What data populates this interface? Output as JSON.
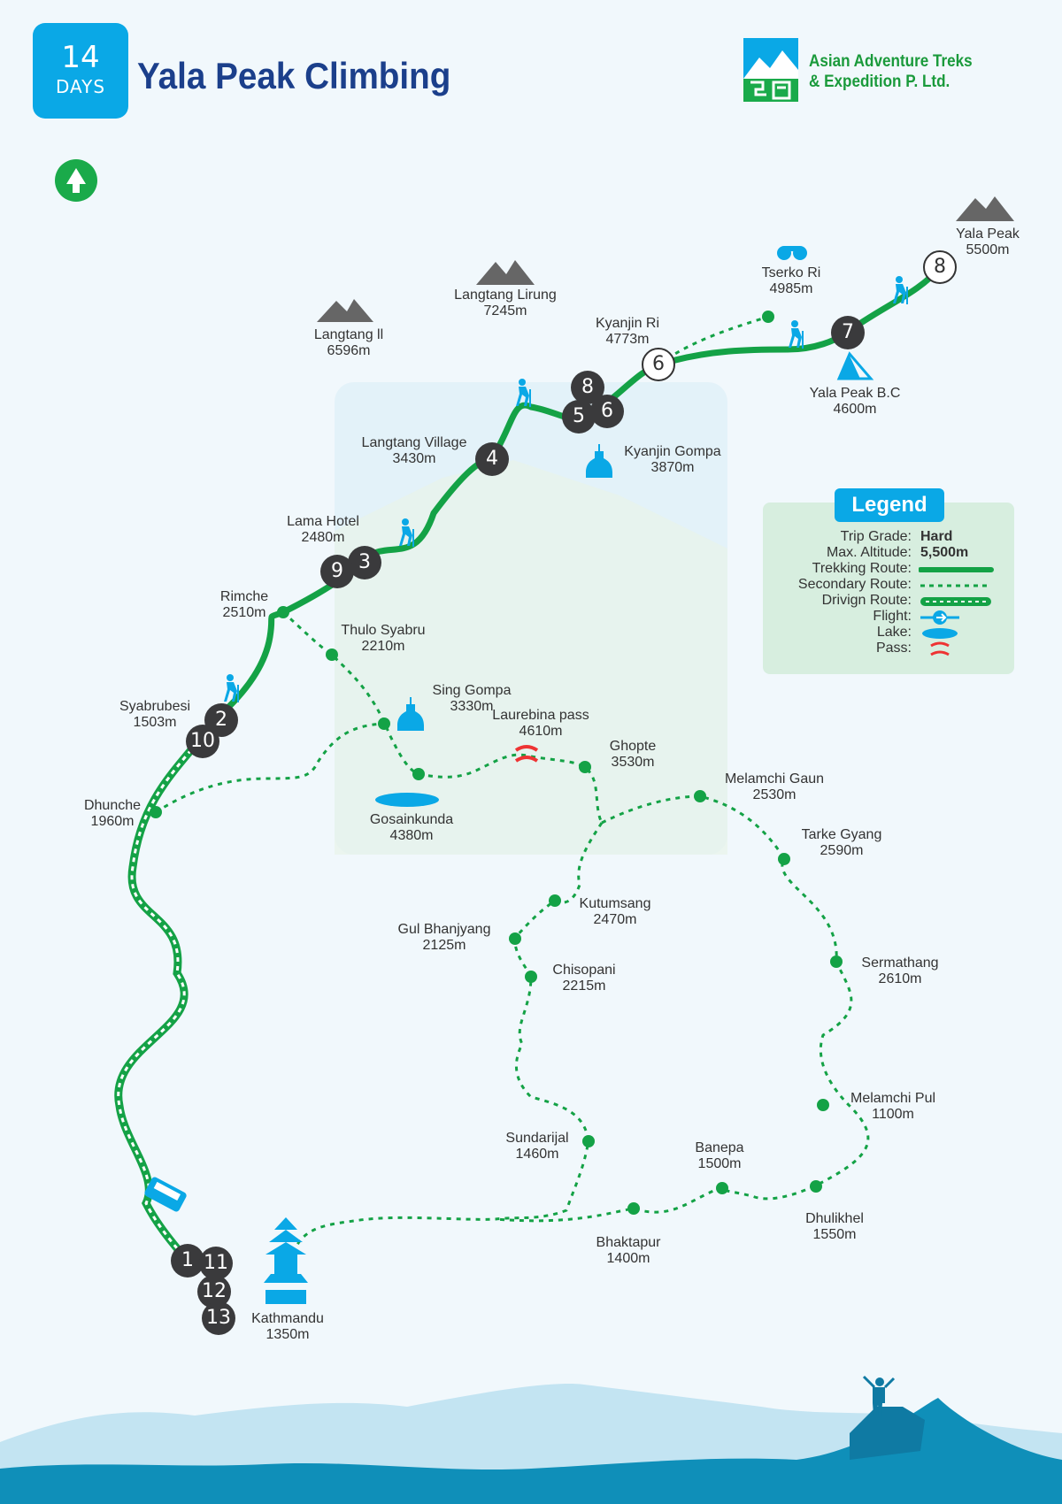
{
  "header": {
    "days_number": "14",
    "days_label": "DAYS",
    "title": "Yala Peak Climbing",
    "company_line1": "Asian Adventure Treks",
    "company_line2": "& Expedition P. Ltd."
  },
  "peaks": [
    {
      "name": "Langtang ll",
      "alt": "6596m"
    },
    {
      "name": "Langtang Lirung",
      "alt": "7245m"
    },
    {
      "name": "Yala Peak",
      "alt": "5500m"
    },
    {
      "name": "Tserko Ri",
      "alt": "4985m"
    }
  ],
  "places": {
    "kyanjin_ri": {
      "name": "Kyanjin Ri",
      "alt": "4773m"
    },
    "yala_bc": {
      "name": "Yala Peak B.C",
      "alt": "4600m"
    },
    "kyanjin_gompa": {
      "name": "Kyanjin Gompa",
      "alt": "3870m"
    },
    "langtang_village": {
      "name": "Langtang Village",
      "alt": "3430m"
    },
    "lama_hotel": {
      "name": "Lama Hotel",
      "alt": "2480m"
    },
    "rimche": {
      "name": "Rimche",
      "alt": "2510m"
    },
    "thulo_syabru": {
      "name": "Thulo Syabru",
      "alt": "2210m"
    },
    "sing_gompa": {
      "name": "Sing Gompa",
      "alt": "3330m"
    },
    "laurebina": {
      "name": "Laurebina pass",
      "alt": "4610m"
    },
    "ghopte": {
      "name": "Ghopte",
      "alt": "3530m"
    },
    "syabrubesi": {
      "name": "Syabrubesi",
      "alt": "1503m"
    },
    "dhunche": {
      "name": "Dhunche",
      "alt": "1960m"
    },
    "gosainkunda": {
      "name": "Gosainkunda",
      "alt": "4380m"
    },
    "melamchi_gaun": {
      "name": "Melamchi Gaun",
      "alt": "2530m"
    },
    "tarke_gyang": {
      "name": "Tarke Gyang",
      "alt": "2590m"
    },
    "kutumsang": {
      "name": "Kutumsang",
      "alt": "2470m"
    },
    "gul_bhanjyang": {
      "name": "Gul Bhanjyang",
      "alt": "2125m"
    },
    "chisopani": {
      "name": "Chisopani",
      "alt": "2215m"
    },
    "sermathang": {
      "name": "Sermathang",
      "alt": "2610m"
    },
    "melamchi_pul": {
      "name": "Melamchi Pul",
      "alt": "1100m"
    },
    "sundarijal": {
      "name": "Sundarijal",
      "alt": "1460m"
    },
    "banepa": {
      "name": "Banepa",
      "alt": "1500m"
    },
    "dhulikhel": {
      "name": "Dhulikhel",
      "alt": "1550m"
    },
    "bhaktapur": {
      "name": "Bhaktapur",
      "alt": "1400m"
    },
    "kathmandu": {
      "name": "Kathmandu",
      "alt": "1350m"
    }
  },
  "day_markers": [
    "1",
    "2",
    "3",
    "4",
    "5",
    "6",
    "6",
    "7",
    "8",
    "8",
    "9",
    "10",
    "11",
    "12",
    "13"
  ],
  "legend": {
    "title": "Legend",
    "trip_grade_label": "Trip Grade:",
    "trip_grade_value": "Hard",
    "max_alt_label": "Max. Altitude:",
    "max_alt_value": "5,500m",
    "trekking": "Trekking Route:",
    "secondary": "Secondary Route:",
    "driving": "Drivign Route:",
    "flight": "Flight:",
    "lake": "Lake:",
    "pass": "Pass:"
  },
  "colors": {
    "route_green": "#14a246",
    "accent_blue": "#0aa8e6",
    "title_blue": "#1b3f8b",
    "marker_dark": "#3a3a3c"
  }
}
